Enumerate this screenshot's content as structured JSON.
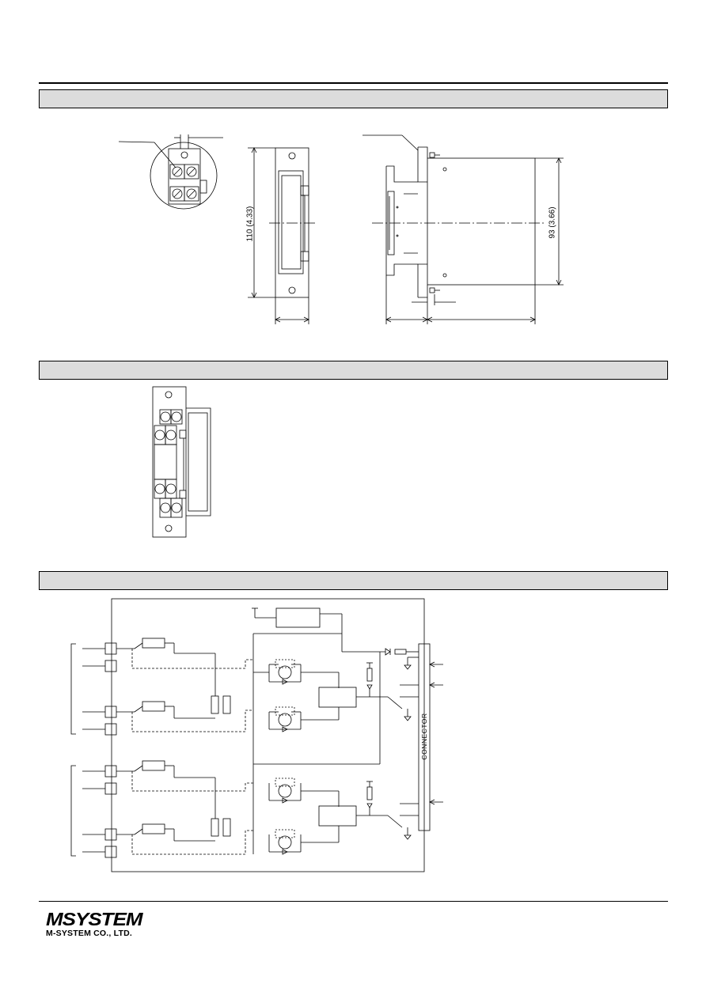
{
  "dimensions": {
    "height_front": "110 (4.33)",
    "height_side": "93 (3.66)"
  },
  "schematic": {
    "connector_label": "CONNECTOR"
  },
  "footer": {
    "logo_mark": "MSYSTEM",
    "company_name": "M-SYSTEM CO., LTD."
  }
}
